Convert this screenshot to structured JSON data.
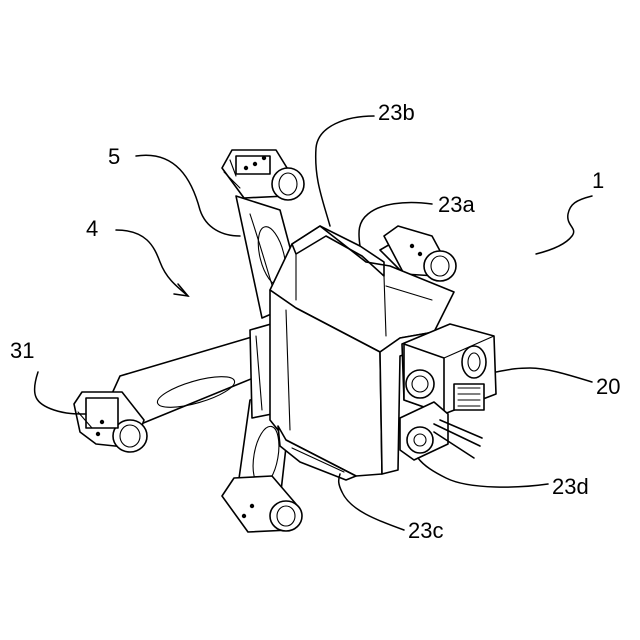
{
  "labels": {
    "device": "1",
    "arm_assembly": "4",
    "arm": "5",
    "bracket": "20",
    "cover_top": "23a",
    "cover_edge": "23b",
    "cover_bottom": "23c",
    "cover_side": "23d",
    "wheel": "31"
  }
}
